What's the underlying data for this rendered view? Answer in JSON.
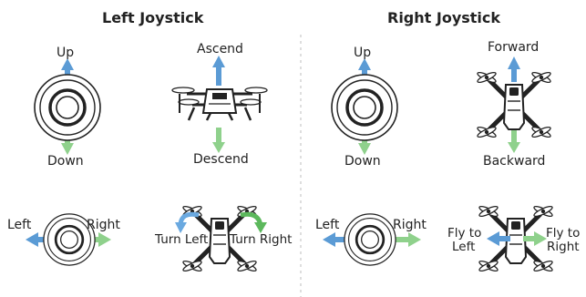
{
  "left_panel": {
    "title": "Left Joystick",
    "stick_vertical": {
      "up": "Up",
      "down": "Down"
    },
    "drone_vertical": {
      "up": "Ascend",
      "down": "Descend"
    },
    "stick_horizontal": {
      "left": "Left",
      "right": "Right"
    },
    "drone_rotate": {
      "left": "Turn Left",
      "right": "Turn Right"
    }
  },
  "right_panel": {
    "title": "Right Joystick",
    "stick_vertical": {
      "up": "Up",
      "down": "Down"
    },
    "drone_vertical": {
      "up": "Forward",
      "down": "Backward"
    },
    "stick_horizontal": {
      "left": "Left",
      "right": "Right"
    },
    "drone_strafe": {
      "left_line1": "Fly to",
      "left_line2": "Left",
      "right_line1": "Fly to",
      "right_line2": "Right"
    }
  },
  "colors": {
    "up_arrow": "#5b9bd5",
    "down_arrow": "#8fd18c",
    "rotate_left": "#6aa9e0",
    "rotate_right": "#5cb85c"
  }
}
